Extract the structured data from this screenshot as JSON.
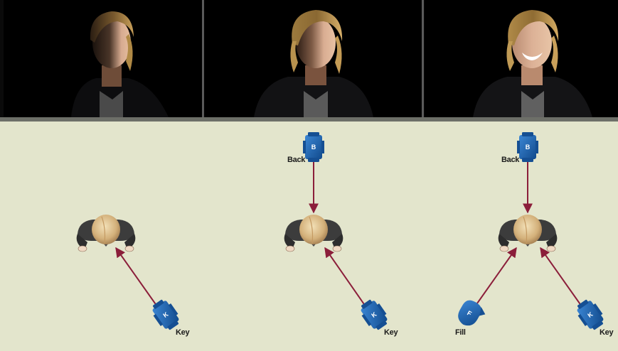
{
  "photos": [
    {
      "id": "key-only"
    },
    {
      "id": "key-and-back"
    },
    {
      "id": "key-back-fill"
    }
  ],
  "lights": {
    "back": {
      "letter": "B",
      "label": "Back"
    },
    "key": {
      "letter": "K",
      "label": "Key"
    },
    "fill": {
      "letter": "F",
      "label": "Fill"
    }
  },
  "colors": {
    "panel_bg": "#e3e5cc",
    "arrow": "#8b1e3a",
    "light_blue": "#1f5fa8",
    "photo_bg": "#000000"
  }
}
